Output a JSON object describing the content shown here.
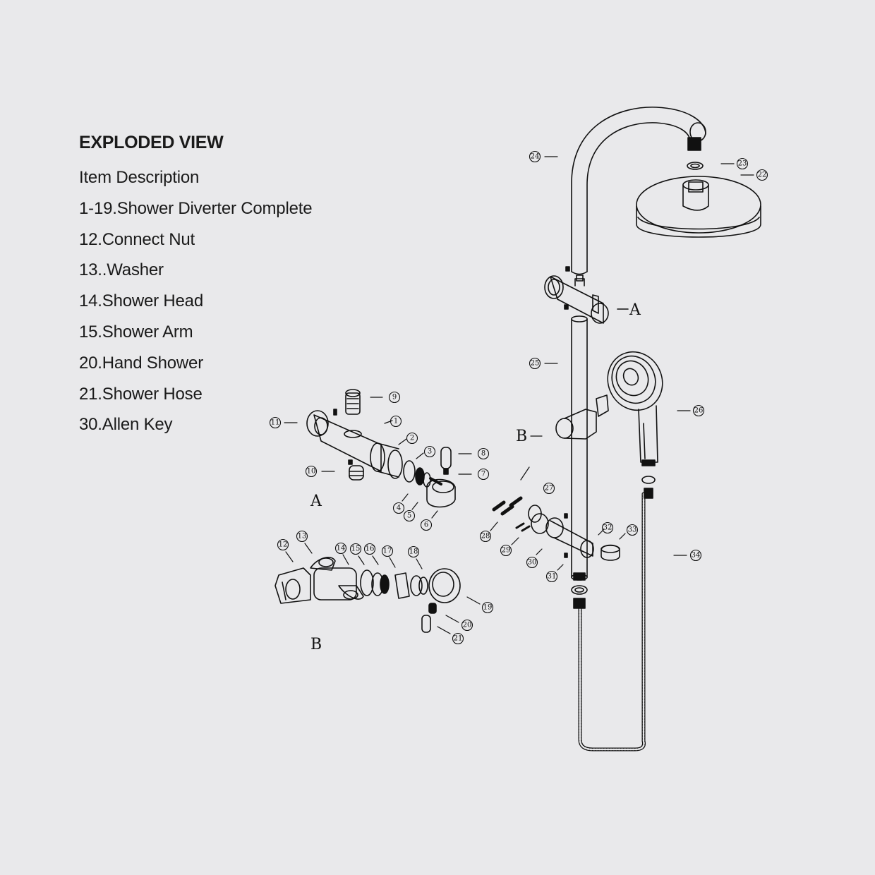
{
  "title": "EXPLODED VIEW",
  "items": [
    "Item Description",
    "1-19.Shower Diverter Complete",
    "12.Connect Nut",
    "13..Washer",
    "14.Shower Head",
    "15.Shower Arm",
    "20.Hand Shower",
    "21.Shower Hose",
    "30.Allen Key"
  ],
  "assembly_labels": {
    "a1": "A",
    "a2": "A",
    "b1": "B",
    "b2": "B"
  },
  "callouts": [
    "1",
    "2",
    "3",
    "4",
    "5",
    "6",
    "7",
    "8",
    "9",
    "10",
    "11",
    "12",
    "13",
    "14",
    "15",
    "16",
    "17",
    "18",
    "19",
    "20",
    "21",
    "22",
    "23",
    "24",
    "25",
    "26",
    "27",
    "28",
    "29",
    "30",
    "31",
    "32",
    "33",
    "34"
  ]
}
